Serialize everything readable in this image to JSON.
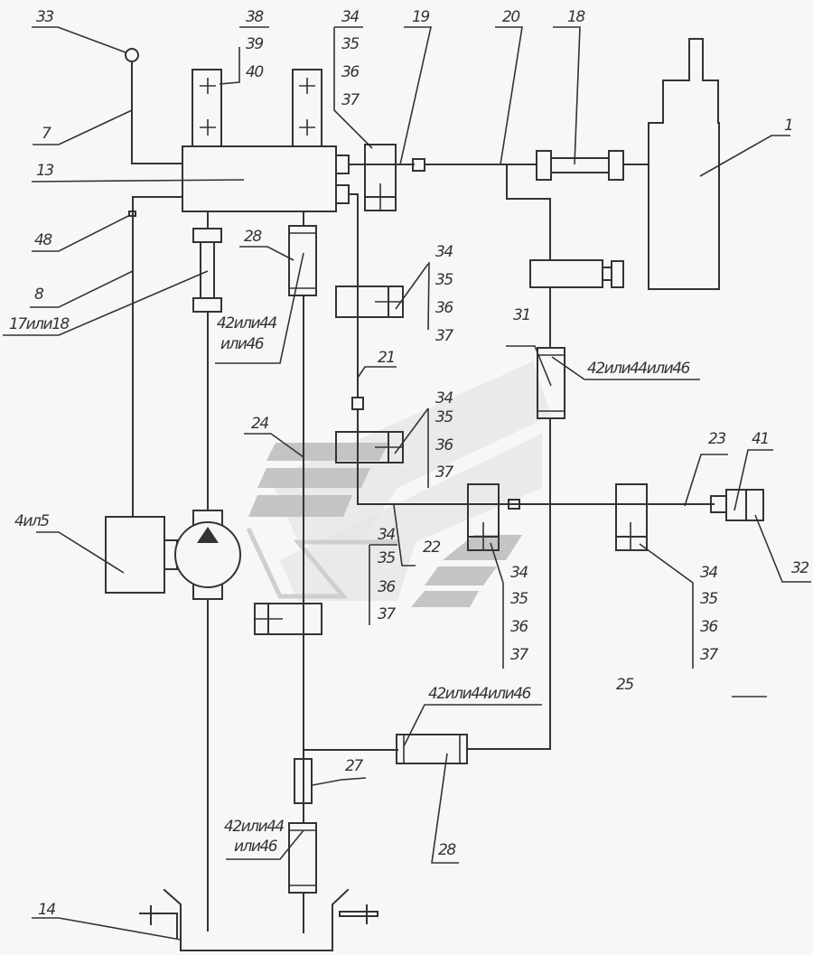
{
  "diagram": {
    "title": "Hydraulic system schematic",
    "colors": {
      "line": "#333333",
      "background": "#f7f7f7",
      "watermark": "#c4c4c4"
    },
    "labels": {
      "l1": "1",
      "l7": "7",
      "l8": "8",
      "l13": "13",
      "l14": "14",
      "l17or18": "17или18",
      "l18": "18",
      "l19": "19",
      "l20": "20",
      "l21": "21",
      "l22": "22",
      "l23": "23",
      "l24": "24",
      "l25": "25",
      "l27": "27",
      "l28a": "28",
      "l28b": "28",
      "l31": "31",
      "l32": "32",
      "l33": "33",
      "l41": "41",
      "l48": "48",
      "l4or5": "4ил5",
      "l42a_1": "42или44",
      "l42a_2": "или46",
      "l42b": "42или44или46",
      "l42c": "42или44или46",
      "l42d_1": "42или44",
      "l42d_2": "или46"
    },
    "stack_top": {
      "a": "38",
      "b": "39",
      "c": "40"
    },
    "valve_stacks": [
      {
        "n34": "34",
        "n35": "35",
        "n36": "36",
        "n37": "37"
      },
      {
        "n34": "34",
        "n35": "35",
        "n36": "36",
        "n37": "37"
      },
      {
        "n34": "34",
        "n35": "35",
        "n36": "36",
        "n37": "37"
      },
      {
        "n34": "34",
        "n35": "35",
        "n36": "36",
        "n37": "37"
      },
      {
        "n34": "34",
        "n35": "35",
        "n36": "36",
        "n37": "37"
      },
      {
        "n34": "34",
        "n35": "35",
        "n36": "36",
        "n37": "37"
      }
    ]
  }
}
